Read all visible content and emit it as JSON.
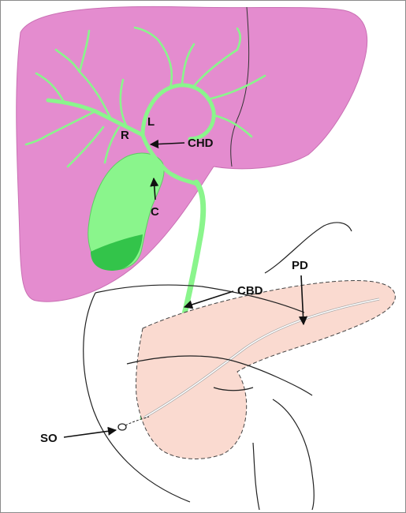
{
  "labels": {
    "right_hepatic": "R",
    "left_hepatic": "L",
    "common_hepatic_duct": "CHD",
    "cystic_duct": "C",
    "common_bile_duct": "CBD",
    "pancreatic_duct": "PD",
    "sphincter_of_oddi": "SO"
  },
  "colors": {
    "liver": "#e48ccf",
    "liver_edge": "#c96fb3",
    "bile_duct": "#8af58c",
    "bile_duct_edge": "#5ccd62",
    "gallbladder_dark": "#33c44a",
    "pancreas": "#fadad0",
    "outline": "#222222"
  }
}
